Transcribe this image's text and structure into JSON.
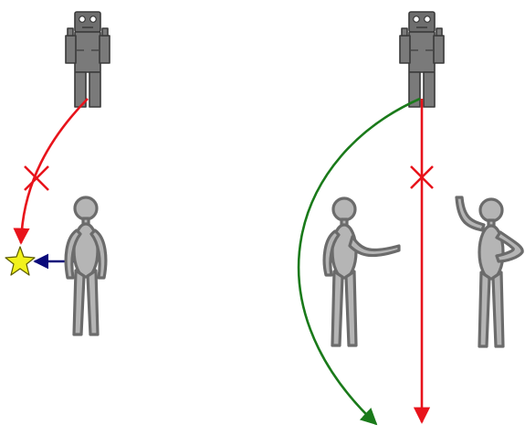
{
  "figure": {
    "left_panel": {
      "robot": "robot-icon",
      "human": "human-figure",
      "blocked_path_color": "#e8131b",
      "push_arrow_color": "#0a0a7a",
      "collision_star_color": "#f2f21c",
      "blocked_marker": "x-cross-icon"
    },
    "right_panel": {
      "robot": "robot-icon",
      "humans": [
        "human-figure",
        "human-figure-waving"
      ],
      "blocked_path_color": "#e8131b",
      "detour_path_color": "#1a7a1a",
      "blocked_marker": "x-cross-icon"
    }
  }
}
